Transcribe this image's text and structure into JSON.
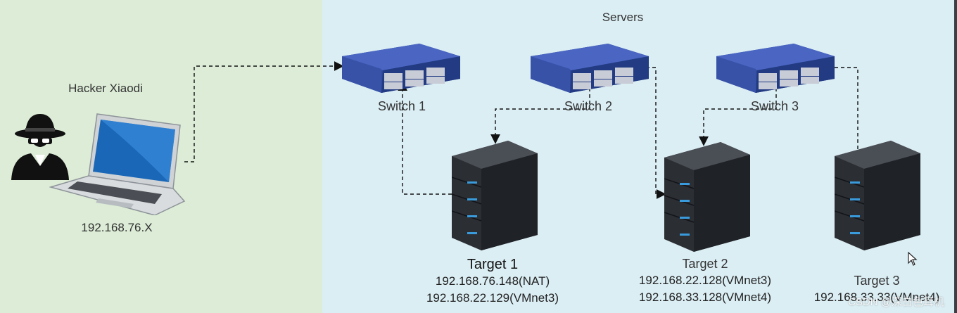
{
  "attacker": {
    "name": "Hacker Xiaodi",
    "ip": "192.168.76.X"
  },
  "servers_title": "Servers",
  "switches": [
    {
      "label": "Switch 1"
    },
    {
      "label": "Switch 2"
    },
    {
      "label": "Switch 3"
    }
  ],
  "targets": [
    {
      "name": "Target 1",
      "ips": [
        "192.168.76.148(NAT)",
        "192.168.22.129(VMnet3)"
      ]
    },
    {
      "name": "Target 2",
      "ips": [
        "192.168.22.128(VMnet3)",
        "192.168.33.128(VMnet4)"
      ]
    },
    {
      "name": "Target 3",
      "ips": [
        "192.168.33.33(VMnet4)"
      ]
    }
  ],
  "watermark": "CSDN @深白色耳机",
  "colors": {
    "attacker_zone": "#dcecd6",
    "server_zone": "#dbeef4",
    "switch_body": "#2f4a9e",
    "server_body": "#2b2e33",
    "server_led": "#3a9bdc"
  },
  "icons": [
    "hacker-icon",
    "laptop-icon",
    "switch-icon",
    "server-icon",
    "mouse-cursor-icon"
  ]
}
